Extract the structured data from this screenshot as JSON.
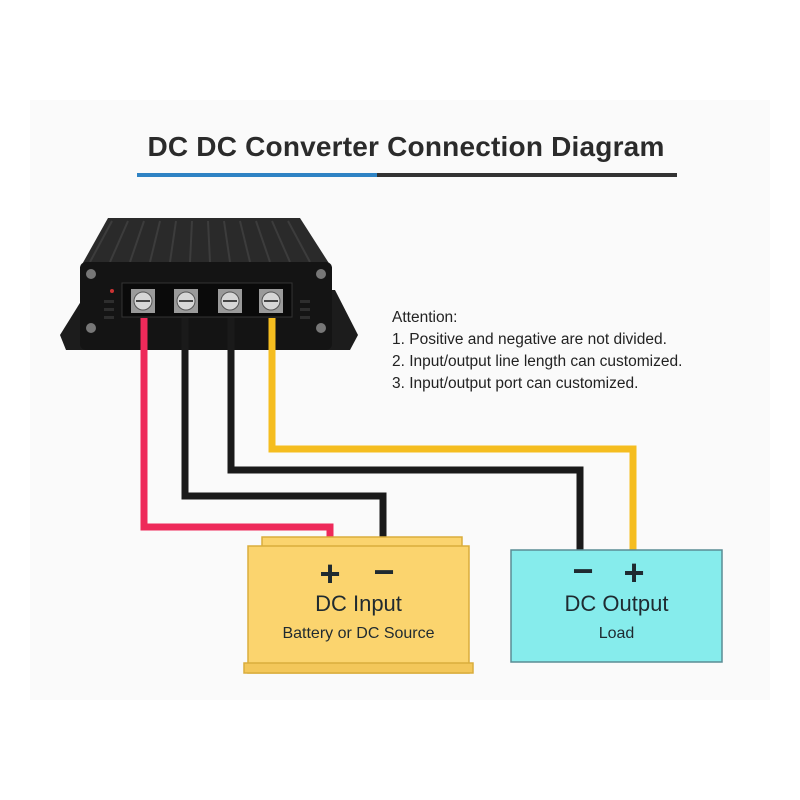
{
  "title": "DC DC Converter Connection Diagram",
  "attention": {
    "heading": "Attention:",
    "items": [
      "1. Positive and negative are not divided.",
      "2. Input/output line length can customized.",
      "3. Input/output port can customized."
    ]
  },
  "input_box": {
    "plus": "+",
    "minus": "−",
    "title": "DC Input",
    "subtitle": "Battery or DC Source"
  },
  "output_box": {
    "minus": "−",
    "plus": "+",
    "title": "DC Output",
    "subtitle": "Load"
  },
  "colors": {
    "wire_positive": "#ee2a5a",
    "wire_negative": "#1a1a1a",
    "wire_output_positive": "#f5bd1f",
    "input_box_fill": "#fbd46e",
    "output_box_fill": "#86ecec",
    "title_accent": "#2f83c4"
  }
}
